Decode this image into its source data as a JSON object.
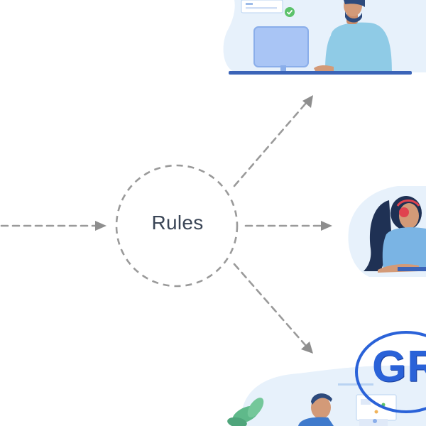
{
  "node": {
    "label": "Rules"
  },
  "logo": {
    "text": "GR"
  },
  "colors": {
    "connector": "#9a9a9a",
    "label_text": "#3a4556",
    "scene_blob": "#e7f1fb",
    "logo_blue": "#2a62d8",
    "shirt_blue": "#8fcbe6",
    "desk_navy": "#3b64b8"
  },
  "icons": [
    "desk-agent-illustration",
    "headset-agent-illustration",
    "office-agent-illustration",
    "plant-icon",
    "check-badge-icon"
  ]
}
